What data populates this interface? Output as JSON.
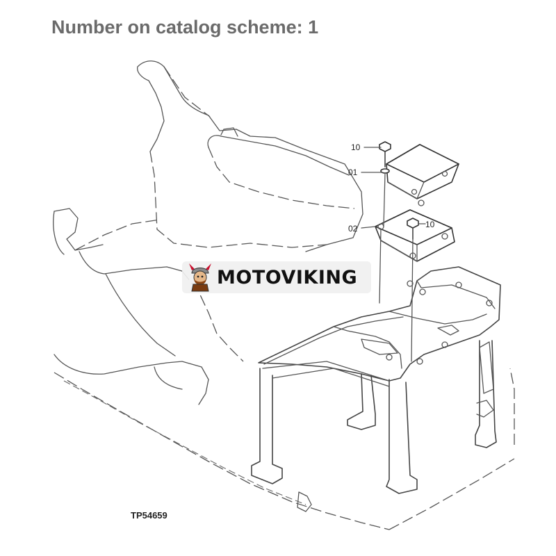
{
  "header": {
    "title": "Number on catalog scheme: 1"
  },
  "diagram": {
    "figure_id": "TP54659",
    "callouts": [
      {
        "label": "10"
      },
      {
        "label": "01"
      },
      {
        "label": "02"
      },
      {
        "label": "10"
      }
    ]
  },
  "watermark": {
    "brand": "MOTOVIKING",
    "logo_icon": "viking-mascot-icon"
  },
  "colors": {
    "title": "#6b6b6b",
    "line": "#555555",
    "background": "#ffffff"
  }
}
